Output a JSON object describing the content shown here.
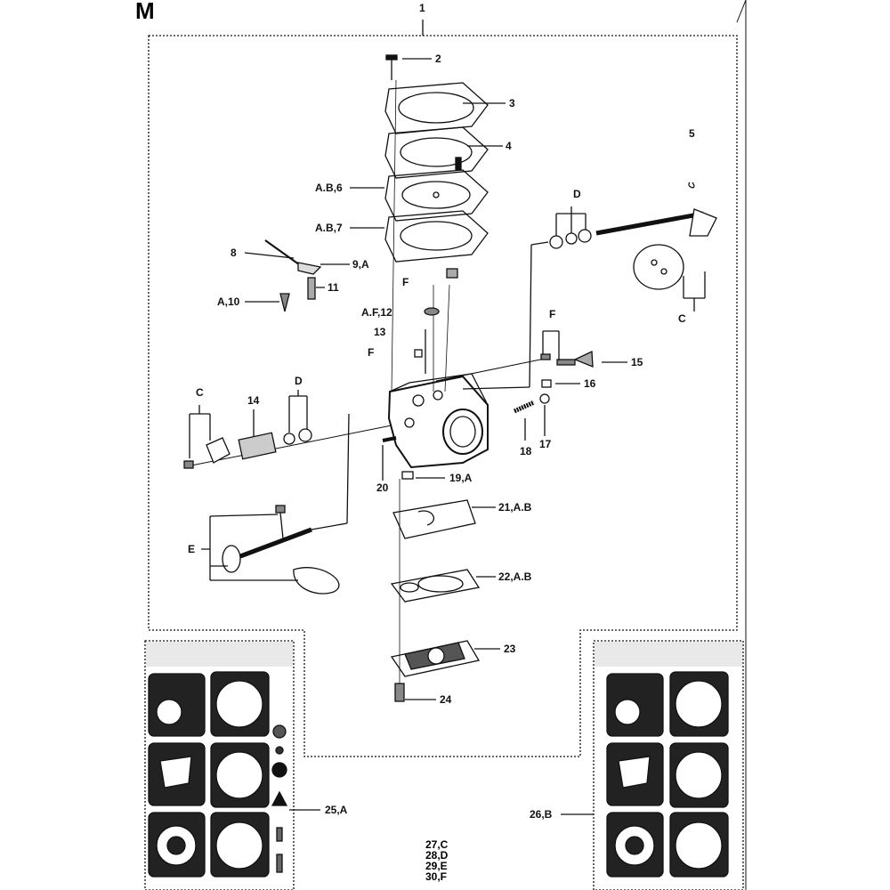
{
  "page": {
    "section_letter": "M"
  },
  "callouts": [
    {
      "id": "1",
      "text": "1"
    },
    {
      "id": "2",
      "text": "2"
    },
    {
      "id": "3",
      "text": "3"
    },
    {
      "id": "4",
      "text": "4"
    },
    {
      "id": "6",
      "text": "A.B,6"
    },
    {
      "id": "7",
      "text": "A.B,7"
    },
    {
      "id": "8",
      "text": "8"
    },
    {
      "id": "9",
      "text": "9,A"
    },
    {
      "id": "11",
      "text": "11"
    },
    {
      "id": "10",
      "text": "A,10"
    },
    {
      "id": "F1",
      "text": "F"
    },
    {
      "id": "12",
      "text": "A.F,12"
    },
    {
      "id": "13",
      "text": "13"
    },
    {
      "id": "F2",
      "text": "F"
    },
    {
      "id": "D1",
      "text": "D"
    },
    {
      "id": "5",
      "text": "5"
    },
    {
      "id": "C1",
      "text": "C"
    },
    {
      "id": "F3",
      "text": "F"
    },
    {
      "id": "15",
      "text": "15"
    },
    {
      "id": "16",
      "text": "16"
    },
    {
      "id": "17",
      "text": "17"
    },
    {
      "id": "18",
      "text": "18"
    },
    {
      "id": "C2",
      "text": "C"
    },
    {
      "id": "14",
      "text": "14"
    },
    {
      "id": "D2",
      "text": "D"
    },
    {
      "id": "20",
      "text": "20"
    },
    {
      "id": "19",
      "text": "19,A"
    },
    {
      "id": "21",
      "text": "21,A.B"
    },
    {
      "id": "E",
      "text": "E"
    },
    {
      "id": "22",
      "text": "22,A.B"
    },
    {
      "id": "23",
      "text": "23"
    },
    {
      "id": "24",
      "text": "24"
    },
    {
      "id": "25",
      "text": "25,A"
    },
    {
      "id": "26",
      "text": "26,B"
    }
  ],
  "kit_list": [
    "27,C",
    "28,D",
    "29,E",
    "30,F"
  ],
  "colors": {
    "ink": "#111111",
    "background": "#ffffff"
  }
}
